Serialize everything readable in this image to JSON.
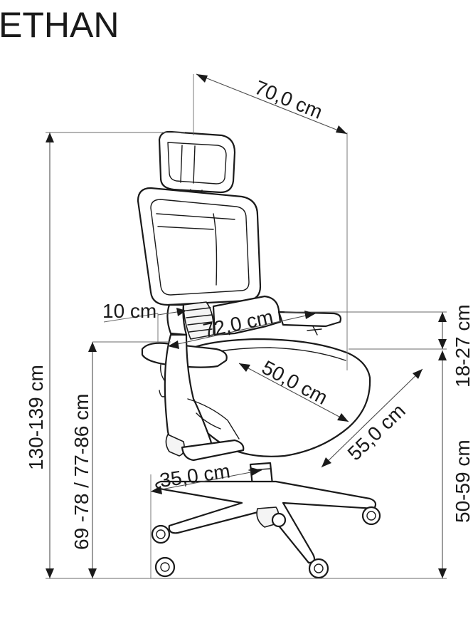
{
  "title": "ETHAN",
  "dimensions": {
    "width": "70,0 cm",
    "total_height": "130-139 cm",
    "armrest_height": "69 -78 / 77-86 cm",
    "headrest_adjust": "10 cm",
    "seat_width": "72,0 cm",
    "seat_depth": "50,0 cm",
    "diagonal_depth": "55,0 cm",
    "base_radius": "35,0 cm",
    "armrest_adjust": "18-27 cm",
    "seat_height": "50-59 cm"
  }
}
